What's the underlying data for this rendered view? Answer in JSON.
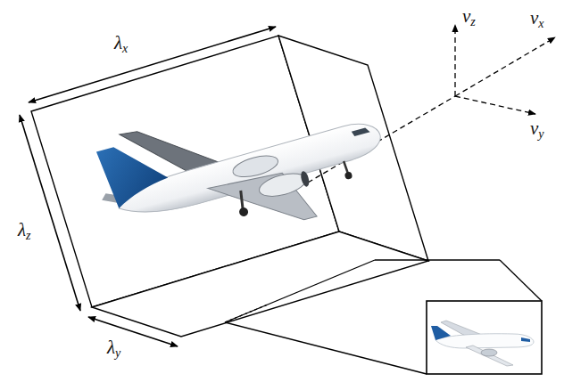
{
  "diagram": {
    "labels": [
      "λx",
      "λz",
      "λy",
      "vz",
      "vx",
      "vy"
    ]
  }
}
